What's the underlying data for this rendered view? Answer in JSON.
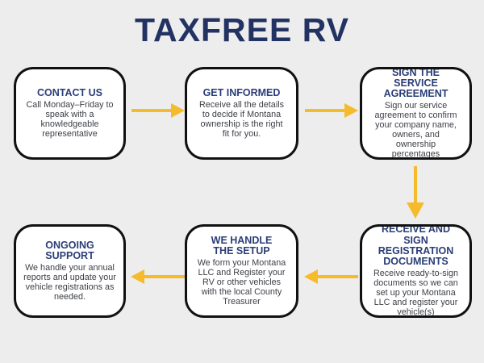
{
  "title": "TAXFREE RV",
  "colors": {
    "background": "#EDEDED",
    "box_fill": "#FFFFFF",
    "box_border": "#111111",
    "title_navy": "#223263",
    "heading_navy": "#2A3D77",
    "body_text": "#3D3F46",
    "arrow_yellow": "#F6BB2C"
  },
  "steps": [
    {
      "id": "contact-us",
      "heading": "CONTACT US",
      "body": "Call Monday–Friday to\nspeak with a\nknowledgeable\nrepresentative"
    },
    {
      "id": "get-informed",
      "heading": "GET INFORMED",
      "body": "Receive all the details\nto decide if Montana\nownership is the right\nfit for you."
    },
    {
      "id": "sign-the-service-agreement",
      "heading": "SIGN THE\nSERVICE\nAGREEMENT",
      "body": "Sign our service\nagreement to confirm\nyour company name,\nowners, and\nownership\npercentages"
    },
    {
      "id": "receive-and-sign-registration-documents",
      "heading": "RECEIVE AND\nSIGN\nREGISTRATION\nDOCUMENTS",
      "body": "Receive ready-to-sign\ndocuments so we can\nset up your Montana\nLLC and register your\nvehicle(s)"
    },
    {
      "id": "we-handle-the-setup",
      "heading": "WE HANDLE\nTHE SETUP",
      "body": "We form your Montana\nLLC and Register your\nRV or other vehicles\nwith the local County\nTreasurer"
    },
    {
      "id": "ongoing-support",
      "heading": "ONGOING\nSUPPORT",
      "body": "We handle your annual\nreports and update your\nvehicle registrations as\nneeded."
    }
  ],
  "arrows": [
    {
      "name": "arrow-contact-to-informed",
      "direction": "right"
    },
    {
      "name": "arrow-informed-to-agreement",
      "direction": "right"
    },
    {
      "name": "arrow-agreement-to-documents",
      "direction": "down"
    },
    {
      "name": "arrow-documents-to-setup",
      "direction": "left"
    },
    {
      "name": "arrow-setup-to-support",
      "direction": "left"
    }
  ]
}
